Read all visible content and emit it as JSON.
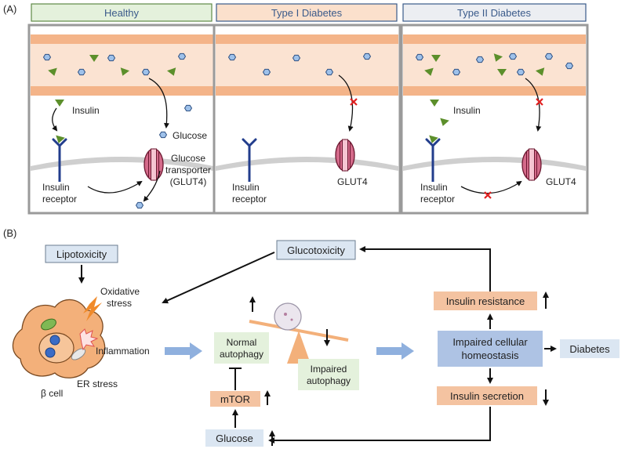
{
  "panel_a": {
    "label": "(A)",
    "titles": {
      "healthy": "Healthy",
      "type1": "Type I Diabetes",
      "type2": "Type II Diabetes"
    },
    "healthy": {
      "insulin": "Insulin",
      "glucose": "Glucose",
      "receptor_l1": "Insulin",
      "receptor_l2": "receptor",
      "transporter_l1": "Glucose",
      "transporter_l2": "transporter",
      "transporter_l3": "(GLUT4)"
    },
    "type1": {
      "receptor_l1": "Insulin",
      "receptor_l2": "receptor",
      "glut4": "GLUT4"
    },
    "type2": {
      "insulin": "Insulin",
      "receptor_l1": "Insulin",
      "receptor_l2": "receptor",
      "glut4": "GLUT4"
    }
  },
  "panel_b": {
    "label": "(B)",
    "lipotoxicity": "Lipotoxicity",
    "glucotoxicity": "Glucotoxicity",
    "oxidative_l1": "Oxidative",
    "oxidative_l2": "stress",
    "inflammation": "Inflammation",
    "er_stress": "ER stress",
    "beta_cell": "β cell",
    "normal_autophagy_l1": "Normal",
    "normal_autophagy_l2": "autophagy",
    "impaired_autophagy_l1": "Impaired",
    "impaired_autophagy_l2": "autophagy",
    "mtor": "mTOR",
    "glucose": "Glucose",
    "insulin_resistance": "Insulin resistance",
    "impaired_homeostasis_l1": "Impaired cellular",
    "impaired_homeostasis_l2": "homeostasis",
    "insulin_secretion": "Insulin secretion",
    "diabetes": "Diabetes"
  },
  "colors": {
    "green_box": "#e4f1dc",
    "peach_box": "#fbe0cc",
    "blue_box": "#dbe6f2",
    "gray_box": "#eceef2",
    "salmon": "#f4c3a1",
    "blue_mid": "#aec3e4",
    "vessel_dark": "#f4b489",
    "vessel_light": "#fbe3d2",
    "insulin_green": "#5c8f2b",
    "receptor_blue": "#223d8c",
    "transporter": "#d46a8a",
    "cross_red": "#e02020",
    "orange_fill": "#f3b07a",
    "arrow_blue": "#8fb0de"
  }
}
